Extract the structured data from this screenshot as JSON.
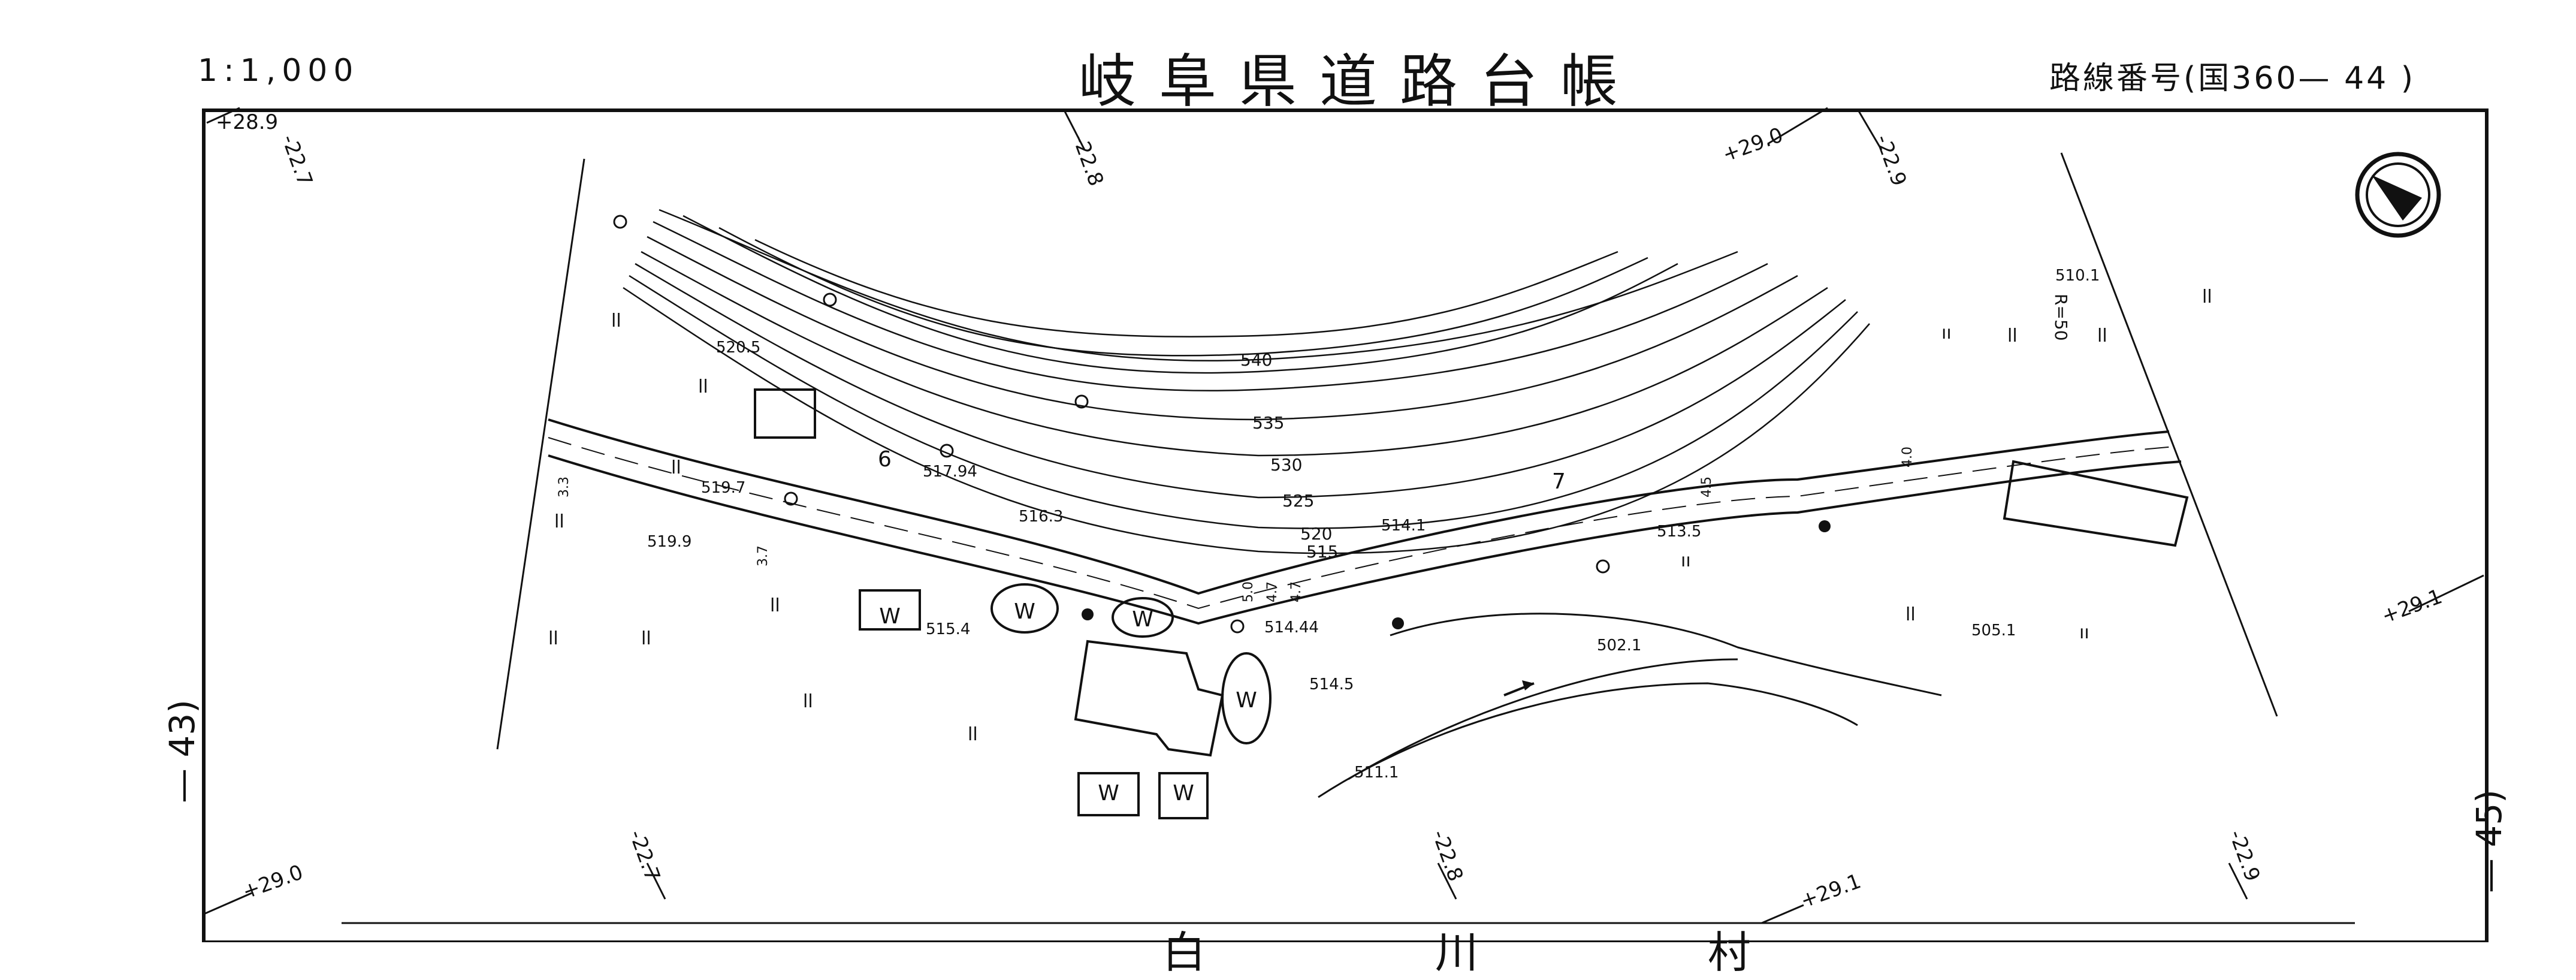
{
  "header": {
    "scale": "1:1,000",
    "title": "岐阜県道路台帳",
    "route": "路線番号(国360— 44 )"
  },
  "sheets": {
    "previous": "— 43)",
    "next": "— 45)"
  },
  "footer": {
    "partial_text": "白 川 村"
  },
  "grid_labels": {
    "top_left_y": "+28.9",
    "top_left_x": "-22.7",
    "top_x_1": "-22.8",
    "top_right_y": "+29.0",
    "top_x_2": "-22.9",
    "right_y": "+29.1",
    "bottom_left_y": "+29.0",
    "bottom_x_1": "-22.7",
    "bottom_x_2": "-22.8",
    "bottom_y": "+29.1",
    "bottom_x_3": "-22.9"
  },
  "contours": [
    "540",
    "535",
    "530",
    "525",
    "520",
    "515"
  ],
  "spot_heights": [
    "520.5",
    "519.7",
    "519.9",
    "517.94",
    "516.3",
    "515.4",
    "514.44",
    "514.5",
    "514.1",
    "513.5",
    "511.1",
    "510.1",
    "505.1",
    "502.1"
  ],
  "road_widths": [
    "3.3",
    "3.7",
    "5.0",
    "4.7",
    "4.7",
    "4.5",
    "4.0"
  ],
  "road_numbers": [
    "6",
    "7"
  ],
  "symbols": {
    "water_body": "W",
    "paddy": "ll",
    "field": "ıı",
    "radius_label": "R=50"
  },
  "colors": {
    "ink": "#111111",
    "paper": "#ffffff"
  }
}
